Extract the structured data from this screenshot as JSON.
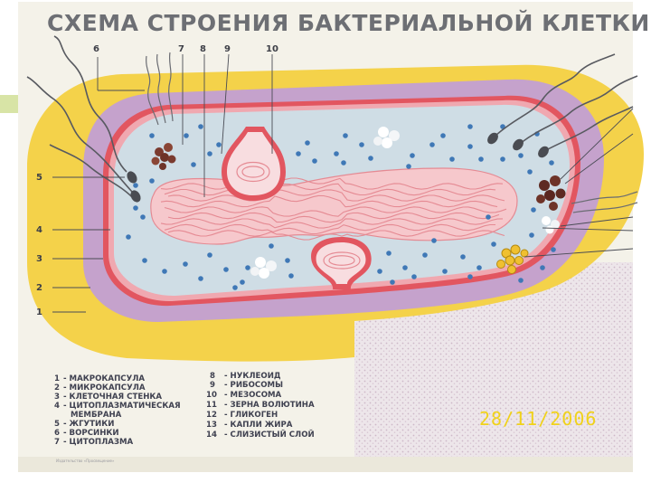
{
  "title": "СХЕМА СТРОЕНИЯ БАКТЕРИАЛЬНОЙ КЛЕТКИ",
  "callout_numbers": [
    "6",
    "7",
    "8",
    "9",
    "10",
    "5",
    "4",
    "3",
    "2",
    "1"
  ],
  "legend_left": [
    {
      "num": "1",
      "text": "- МАКРОКАПСУЛА"
    },
    {
      "num": "2",
      "text": "- МИКРОКАПСУЛА"
    },
    {
      "num": "3",
      "text": "- КЛЕТОЧНАЯ СТЕНКА"
    },
    {
      "num": "4",
      "text": "- ЦИТОПЛАЗМАТИЧЕСКАЯ"
    },
    {
      "num": "",
      "text": "МЕМБРАНА"
    },
    {
      "num": "5",
      "text": "- ЖГУТИКИ"
    },
    {
      "num": "6",
      "text": "- ВОРСИНКИ"
    },
    {
      "num": "7",
      "text": "- ЦИТОПЛАЗМА"
    }
  ],
  "legend_right": [
    {
      "num": "8",
      "text": "- НУКЛЕОИД"
    },
    {
      "num": "9",
      "text": "- РИБОСОМЫ"
    },
    {
      "num": "10",
      "text": "- МЕЗОСОМА"
    },
    {
      "num": "11",
      "text": "- ЗЕРНА ВОЛЮТИНА"
    },
    {
      "num": "12",
      "text": "- ГЛИКОГЕН"
    },
    {
      "num": "13",
      "text": "- КАПЛИ ЖИРА"
    },
    {
      "num": "14",
      "text": "- СЛИЗИСТЫЙ СЛОЙ"
    }
  ],
  "date_stamp": "28/11/2006",
  "footer_text": "Издательство «Просвещение»",
  "colors": {
    "slide_accent": "#d8e4a6",
    "poster": "#f4f2e9",
    "macrocapsule": "#f4d24a",
    "microcapsule": "#c5a2cc",
    "cell_wall": "#e25660",
    "cytoplasm": "#cfdde5",
    "nucleoid": "#f6c8cc",
    "ribosomes": "#3f78b6",
    "stamp": "#f0d21a"
  }
}
